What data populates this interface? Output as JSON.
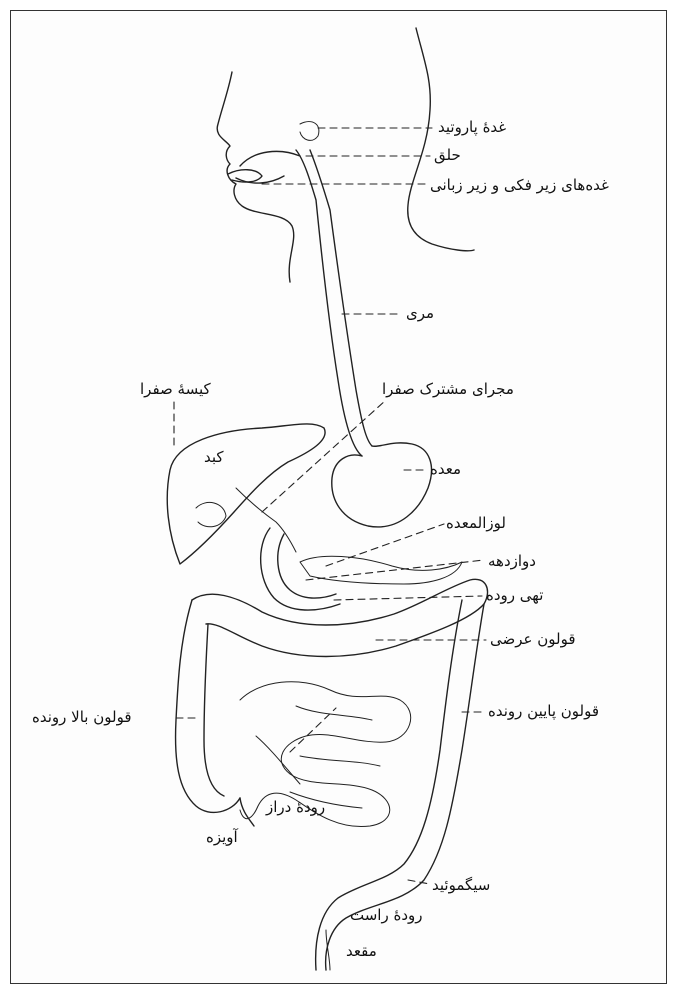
{
  "labels": {
    "parotid_gland": "غدهٔ پاروتید",
    "pharynx": "حلق",
    "sublingual_glands": "غده‌های زیر فکی و زیر زبانی",
    "esophagus": "مری",
    "common_bile_duct": "مجرای مشترک صفرا",
    "gallbladder": "کیسهٔ صفرا",
    "liver": "کبد",
    "stomach": "معده",
    "pancreas": "لوزالمعده",
    "duodenum": "دوازدهه",
    "jejunum": "تهی روده",
    "transverse_colon": "قولون عرضی",
    "ascending_colon": "قولون بالا رونده",
    "descending_colon": "قولون پایین رونده",
    "ileum": "رودهٔ دراز",
    "appendix": "آویزه",
    "sigmoid": "سیگموئید",
    "rectum": "رودهٔ راست",
    "anus": "مقعد"
  }
}
